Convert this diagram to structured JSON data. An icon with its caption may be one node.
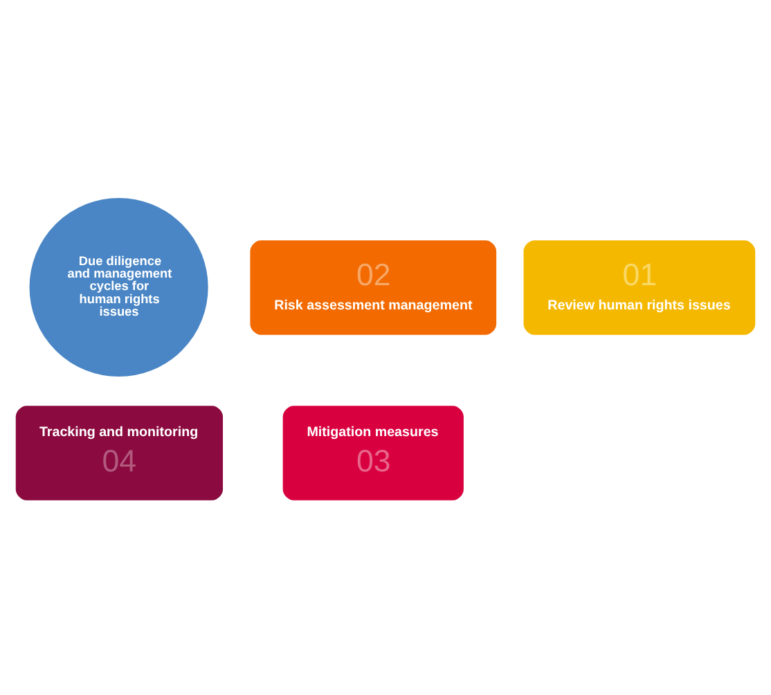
{
  "diagram": {
    "nodes": [
      {
        "text": [
          "01",
          "Review human rights issues"
        ]
      },
      {
        "text": [
          "Tracking and monitoring",
          "04"
        ]
      },
      {
        "text": [
          "Due diligence and management cycles for human rights issues"
        ]
      },
      {
        "text": [
          "02",
          "Risk assessment management"
        ]
      },
      {
        "text": [
          "Mitigation measures",
          "03"
        ]
      }
    ]
  }
}
